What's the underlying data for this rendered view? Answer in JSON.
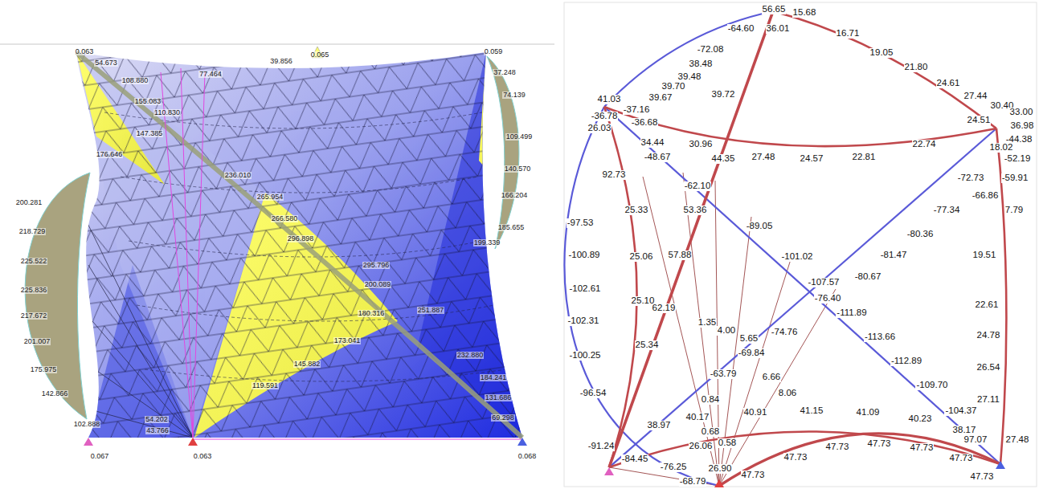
{
  "diagram": {
    "labels": [
      "0.063",
      "0.065",
      "0.059",
      "37.248",
      "74.139",
      "109.499",
      "140.570",
      "166.204",
      "185.655",
      "199.339",
      "54.673",
      "108.880",
      "155.083",
      "110.830",
      "147.385",
      "176.646",
      "77.464",
      "39.856",
      "236.010",
      "265.954",
      "266.580",
      "296.898",
      "295.796",
      "200.089",
      "180.316",
      "173.041",
      "145.882",
      "119.591",
      "251.887",
      "232.880",
      "184.241",
      "131.686",
      "69.298",
      "200.281",
      "218.729",
      "225.522",
      "225.836",
      "217.672",
      "201.007",
      "175.975",
      "142.866",
      "102.888",
      "54.202",
      "43.766",
      "0.067",
      "0.063",
      "0.068",
      "56.65",
      "-64.60",
      "36.01",
      "15.68",
      "16.71",
      "19.05",
      "21.80",
      "24.61",
      "27.44",
      "30.40",
      "33.00",
      "24.51",
      "36.98",
      "-44.38",
      "18.02",
      "-52.19",
      "-59.91",
      "-66.86",
      "7.79",
      "19.51",
      "22.61",
      "24.78",
      "26.54",
      "27.11",
      "97.07",
      "27.48",
      "-104.37",
      "-109.70",
      "-112.89",
      "-113.66",
      "-111.89",
      "-107.57",
      "-101.02",
      "-89.05",
      "-62.10",
      "-48.67",
      "-72.73",
      "-77.34",
      "-80.36",
      "-81.47",
      "-80.67",
      "-76.40",
      "-74.76",
      "-69.84",
      "-63.79",
      "41.03",
      "-37.16",
      "-36.78",
      "-36.68",
      "26.03",
      "-72.08",
      "38.48",
      "39.48",
      "39.70",
      "39.67",
      "39.72",
      "34.44",
      "30.96",
      "44.35",
      "27.48",
      "24.57",
      "22.81",
      "22.74",
      "92.73",
      "25.33",
      "25.06",
      "25.10",
      "25.34",
      "53.36",
      "57.88",
      "62.19",
      "1.35",
      "4.00",
      "5.65",
      "6.66",
      "8.06",
      "-97.53",
      "-100.89",
      "-102.61",
      "-102.31",
      "-100.25",
      "-96.54",
      "-91.24",
      "-84.45",
      "-76.25",
      "-68.79",
      "26.90",
      "38.97",
      "40.17",
      "40.91",
      "41.15",
      "41.09",
      "40.23",
      "38.17",
      "47.73",
      "47.73",
      "47.73",
      "47.73",
      "47.73",
      "47.73",
      "47.73",
      "0.84",
      "0.68",
      "26.06",
      "0.58"
    ]
  }
}
